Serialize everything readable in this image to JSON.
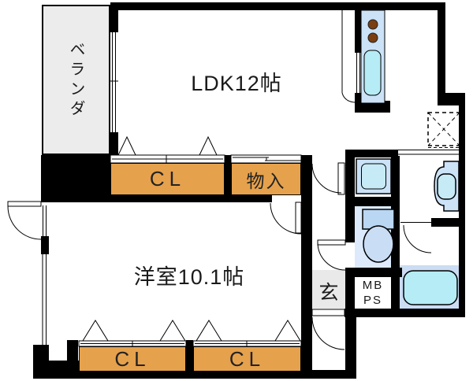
{
  "rooms": {
    "balcony": {
      "label": "ベランダ"
    },
    "ldk": {
      "label": "LDK12帖"
    },
    "western": {
      "label": "洋室10.1帖"
    },
    "entrance": {
      "label": "玄"
    },
    "storage": {
      "label": "物入"
    },
    "closet_middle": {
      "label": "CL"
    },
    "closet_bottom_left": {
      "label": "CL"
    },
    "closet_bottom_right": {
      "label": "CL"
    },
    "meter_pipe_space": {
      "line1": "MB",
      "line2": "PS"
    }
  },
  "fixtures": [
    "kitchen-stove-burners",
    "kitchen-sink",
    "refrigerator-space",
    "washing-machine-pan",
    "vanity-basin",
    "toilet",
    "bathtub"
  ],
  "colors": {
    "wall": "#000000",
    "text": "#1a1a1a",
    "closet": "#E6A14C",
    "fixture": "#CBE2F7",
    "cyan": "#B5ECF5",
    "cyan2": "#C6EAF6",
    "toiletbg": "#DCEAFB",
    "toilettank": "#B9D6F2",
    "toiletbowl": "#C9DDF5",
    "bathband": "#CBDCF3",
    "genkan": "#E9E9E9",
    "veranda": "#ECECEC",
    "burner": "#7B3E10"
  }
}
